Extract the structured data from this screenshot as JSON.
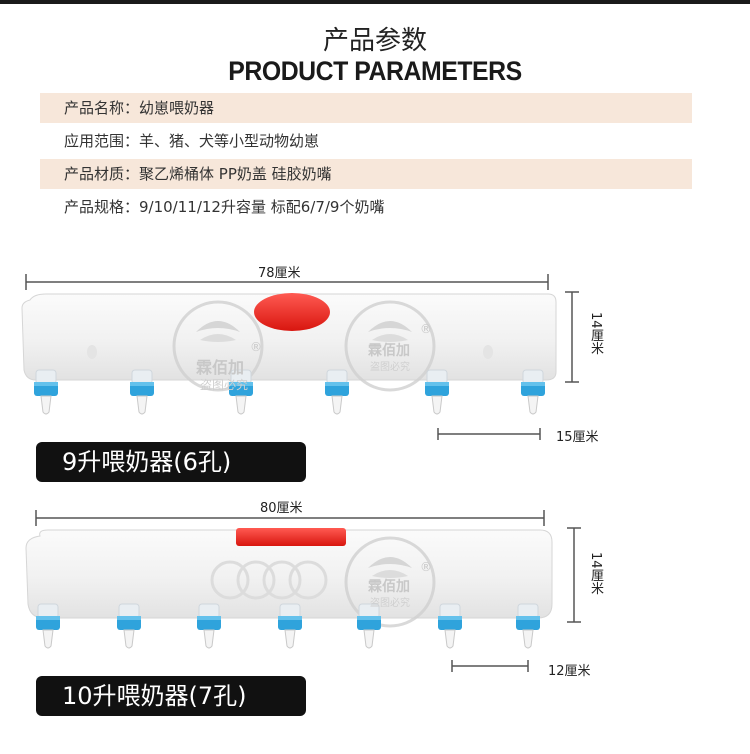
{
  "header": {
    "title_cn": "产品参数",
    "title_en": "PRODUCT PARAMETERS"
  },
  "params": [
    "产品名称：幼崽喂奶器",
    "应用范围：羊、猪、犬等小型动物幼崽",
    "产品材质：聚乙烯桶体 PP奶盖 硅胶奶嘴",
    "产品规格：9/10/11/12升容量 标配6/7/9个奶嘴"
  ],
  "product1": {
    "width_label": "78厘米",
    "height_label": "14厘米",
    "spacing_label": "15厘米",
    "label": "9升喂奶器(6孔)",
    "nipple_count": 6,
    "cap_color": "#ee2a24"
  },
  "product2": {
    "width_label": "80厘米",
    "height_label": "14厘米",
    "spacing_label": "12厘米",
    "label": "10升喂奶器(7孔)",
    "nipple_count": 7,
    "cap_color": "#ee2a24"
  },
  "watermark": {
    "brand": "霖佰加",
    "sub": "盗图必究",
    "mark": "®"
  },
  "colors": {
    "param_stripe": "#f7e7da",
    "nipple_blue": "#2fa3dc",
    "label_bg": "#111111"
  }
}
